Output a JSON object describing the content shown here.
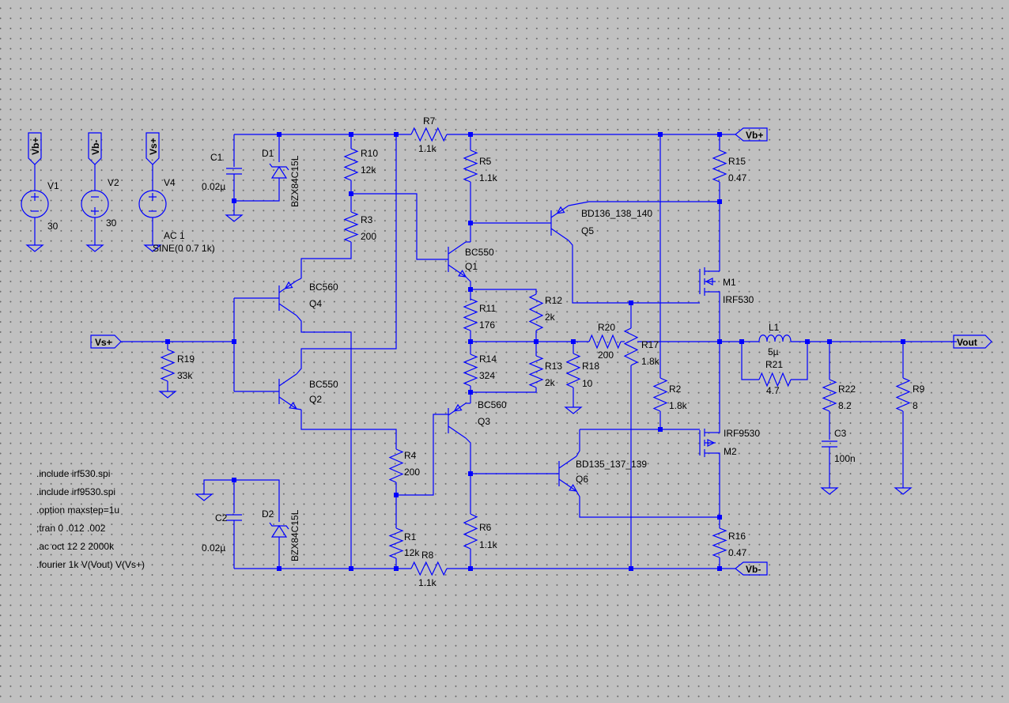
{
  "components": {
    "V1": {
      "ref": "V1",
      "value": "30"
    },
    "V2": {
      "ref": "V2",
      "value": "30"
    },
    "V4": {
      "ref": "V4",
      "ac": "AC 1",
      "value": "SINE(0 0.7 1k)"
    },
    "C1": {
      "ref": "C1",
      "value": "0.02µ"
    },
    "C2": {
      "ref": "C2",
      "value": "0.02µ"
    },
    "C3": {
      "ref": "C3",
      "value": "100n"
    },
    "D1": {
      "ref": "D1",
      "value": "BZX84C15L"
    },
    "D2": {
      "ref": "D2",
      "value": "BZX84C15L"
    },
    "R1": {
      "ref": "R1",
      "value": "12k"
    },
    "R2": {
      "ref": "R2",
      "value": "1.8k"
    },
    "R3": {
      "ref": "R3",
      "value": "200"
    },
    "R4": {
      "ref": "R4",
      "value": "200"
    },
    "R5": {
      "ref": "R5",
      "value": "1.1k"
    },
    "R6": {
      "ref": "R6",
      "value": "1.1k"
    },
    "R7": {
      "ref": "R7",
      "value": "1.1k"
    },
    "R8": {
      "ref": "R8",
      "value": "1.1k"
    },
    "R9": {
      "ref": "R9",
      "value": "8"
    },
    "R10": {
      "ref": "R10",
      "value": "12k"
    },
    "R11": {
      "ref": "R11",
      "value": "176"
    },
    "R12": {
      "ref": "R12",
      "value": "2k"
    },
    "R13": {
      "ref": "R13",
      "value": "2k"
    },
    "R14": {
      "ref": "R14",
      "value": "324"
    },
    "R15": {
      "ref": "R15",
      "value": "0.47"
    },
    "R16": {
      "ref": "R16",
      "value": "0.47"
    },
    "R17": {
      "ref": "R17",
      "value": "1.8k"
    },
    "R18": {
      "ref": "R18",
      "value": "10"
    },
    "R19": {
      "ref": "R19",
      "value": "33k"
    },
    "R20": {
      "ref": "R20",
      "value": "200"
    },
    "R21": {
      "ref": "R21",
      "value": "4.7"
    },
    "R22": {
      "ref": "R22",
      "value": "8.2"
    },
    "L1": {
      "ref": "L1",
      "value": "5µ"
    },
    "Q1": {
      "ref": "Q1",
      "value": "BC550"
    },
    "Q2": {
      "ref": "Q2",
      "value": "BC550"
    },
    "Q3": {
      "ref": "Q3",
      "value": "BC560"
    },
    "Q4": {
      "ref": "Q4",
      "value": "BC560"
    },
    "Q5": {
      "ref": "Q5",
      "value": "BD136_138_140"
    },
    "Q6": {
      "ref": "Q6",
      "value": "BD135_137_139"
    },
    "M1": {
      "ref": "M1",
      "value": "IRF530"
    },
    "M2": {
      "ref": "M2",
      "value": "IRF9530"
    }
  },
  "net_labels": {
    "vb_plus": "Vb+",
    "vb_minus": "Vb-",
    "vs_plus": "Vs+",
    "vout": "Vout"
  },
  "directives": [
    ".include irf530.spi",
    ".include irf9530.spi",
    ".option maxstep=1u",
    ";tran 0 .012 .002",
    ".ac oct 12 2 2000k",
    ".fourier 1k V(Vout) V(Vs+)"
  ],
  "colors": {
    "background": "#c0c0c0",
    "grid_dot": "#6a6a6a",
    "wire": "#0000ff",
    "text": "#000000"
  }
}
